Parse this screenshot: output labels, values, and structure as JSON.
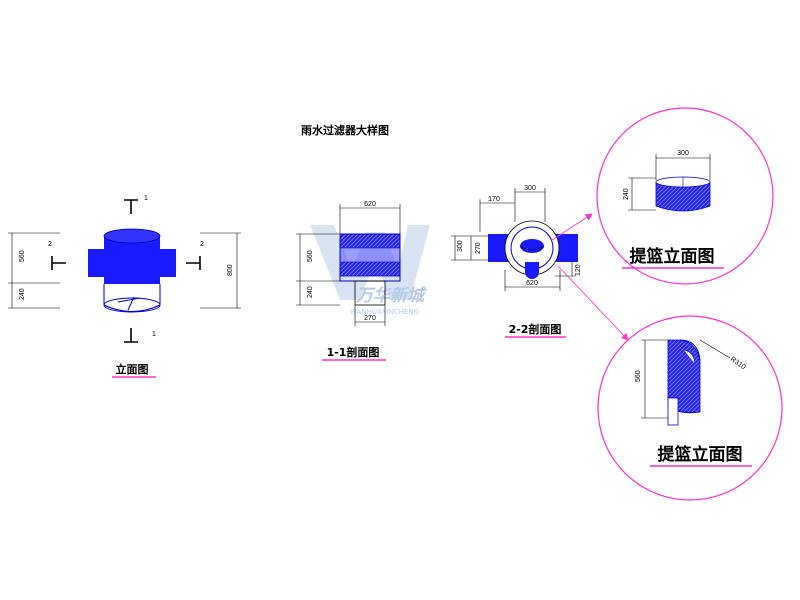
{
  "title": "雨水过滤器大样图",
  "views": {
    "elevation": {
      "label": "立面图",
      "section_mark_1": "1",
      "section_mark_2": "2",
      "dims": {
        "d560": "560",
        "d240": "240",
        "d800": "800"
      }
    },
    "section_1_1": {
      "label": "1-1剖面图",
      "dims": {
        "d620": "620",
        "d560": "560",
        "d240": "240",
        "d270": "270"
      }
    },
    "section_2_2": {
      "label": "2-2剖面图",
      "dims": {
        "d170": "170",
        "d300_top": "300",
        "d300_left": "300",
        "d270": "270",
        "d620": "620",
        "d120": "120"
      }
    },
    "basket_top": {
      "label": "提篮立面图",
      "dims": {
        "d300": "300",
        "d240": "240"
      }
    },
    "basket_bottom": {
      "label": "提篮立面图",
      "dims": {
        "d560": "560",
        "r310": "R310"
      }
    }
  },
  "watermark": {
    "cn": "万华新城",
    "en": "WANHUAXINCHENG"
  },
  "colors": {
    "fill": "#1a1aff",
    "outline": "#0000cc",
    "accent": "#ff33cc",
    "line": "#000000"
  }
}
